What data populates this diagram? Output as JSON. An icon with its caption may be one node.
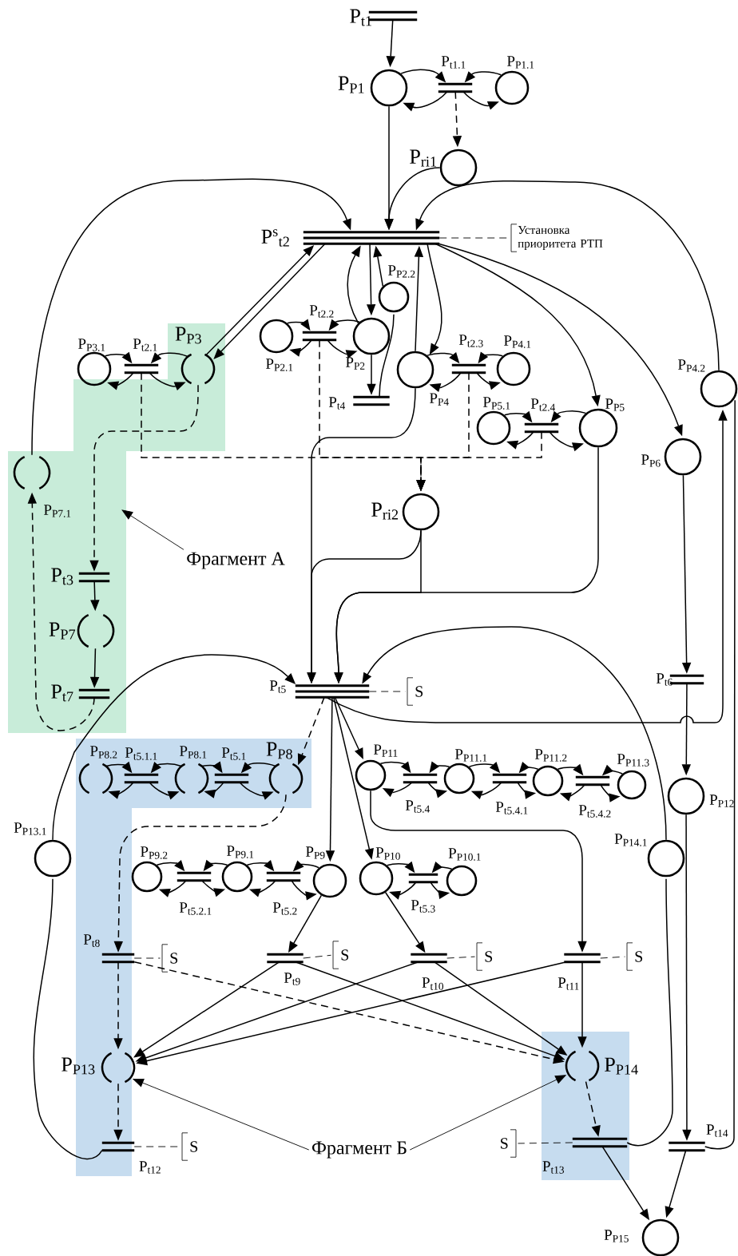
{
  "diagram": {
    "nodes": [
      {
        "text": [
          "P$_{t1}$"
        ]
      },
      {
        "text": [
          "P$_{P1}$"
        ]
      },
      {
        "text": [
          "P$_{t1.1}$"
        ]
      },
      {
        "text": [
          "P$_{P1.1}$"
        ]
      },
      {
        "text": [
          "P$_{ri1}$"
        ]
      },
      {
        "text": [
          "P$^{s}$$_{t2}$"
        ]
      },
      {
        "text": [
          "P$_{P2.2}$"
        ]
      },
      {
        "text": [
          "P$_{P3.1}$"
        ]
      },
      {
        "text": [
          "P$_{t2.1}$"
        ]
      },
      {
        "text": [
          "P$_{P3}$"
        ]
      },
      {
        "text": [
          "P$_{P2.1}$"
        ]
      },
      {
        "text": [
          "P$_{t2.2}$"
        ]
      },
      {
        "text": [
          "P$_{P2}$"
        ]
      },
      {
        "text": [
          "P$_{t4}$"
        ]
      },
      {
        "text": [
          "P$_{P4}$"
        ]
      },
      {
        "text": [
          "P$_{t2.3}$"
        ]
      },
      {
        "text": [
          "P$_{P4.1}$"
        ]
      },
      {
        "text": [
          "P$_{P5.1}$"
        ]
      },
      {
        "text": [
          "P$_{t2.4}$"
        ]
      },
      {
        "text": [
          "P$_{P5}$"
        ]
      },
      {
        "text": [
          "P$_{P4.2}$"
        ]
      },
      {
        "text": [
          "P$_{P6}$"
        ]
      },
      {
        "text": [
          "P$_{P7.1}$"
        ]
      },
      {
        "text": [
          "P$_{ri2}$"
        ]
      },
      {
        "text": [
          "P$_{t3}$"
        ]
      },
      {
        "text": [
          "P$_{P7}$"
        ]
      },
      {
        "text": [
          "P$_{t7}$"
        ]
      },
      {
        "text": [
          "P$_{t5}$"
        ]
      },
      {
        "text": [
          "P$_{t6}$"
        ]
      },
      {
        "text": [
          "P$_{P8.2}$"
        ]
      },
      {
        "text": [
          "P$_{t5.1.1}$"
        ]
      },
      {
        "text": [
          "P$_{P8.1}$"
        ]
      },
      {
        "text": [
          "P$_{t5.1}$"
        ]
      },
      {
        "text": [
          "P$_{P8}$"
        ]
      },
      {
        "text": [
          "P$_{P11}$"
        ]
      },
      {
        "text": [
          "P$_{t5.4}$"
        ]
      },
      {
        "text": [
          "P$_{P11.1}$"
        ]
      },
      {
        "text": [
          "P$_{t5.4.1}$"
        ]
      },
      {
        "text": [
          "P$_{P11.2}$"
        ]
      },
      {
        "text": [
          "P$_{t5.4.2}$"
        ]
      },
      {
        "text": [
          "P$_{P11.3}$"
        ]
      },
      {
        "text": [
          "P$_{P12}$"
        ]
      },
      {
        "text": [
          "P$_{P13.1}$"
        ]
      },
      {
        "text": [
          "P$_{P14.1}$"
        ]
      },
      {
        "text": [
          "P$_{P9.2}$"
        ]
      },
      {
        "text": [
          "P$_{t5.2.1}$"
        ]
      },
      {
        "text": [
          "P$_{P9.1}$"
        ]
      },
      {
        "text": [
          "P$_{t5.2}$"
        ]
      },
      {
        "text": [
          "P$_{P9}$"
        ]
      },
      {
        "text": [
          "P$_{P10}$"
        ]
      },
      {
        "text": [
          "P$_{t5.3}$"
        ]
      },
      {
        "text": [
          "P$_{P10.1}$"
        ]
      },
      {
        "text": [
          "P$_{t8}$"
        ]
      },
      {
        "text": [
          "P$_{t9}$"
        ]
      },
      {
        "text": [
          "P$_{t10}$"
        ]
      },
      {
        "text": [
          "P$_{t11}$"
        ]
      },
      {
        "text": [
          "P$_{P13}$"
        ]
      },
      {
        "text": [
          "P$_{P14}$"
        ]
      },
      {
        "text": [
          "P$_{t12}$"
        ]
      },
      {
        "text": [
          "P$_{t13}$"
        ]
      },
      {
        "text": [
          "P$_{t14}$"
        ]
      },
      {
        "text": [
          "P$_{P15}$"
        ]
      },
      {
        "text": [
          "Установка приоритета РТП"
        ]
      },
      {
        "text": [
          "Фрагмент А"
        ]
      },
      {
        "text": [
          "S"
        ]
      },
      {
        "text": [
          "S"
        ]
      },
      {
        "text": [
          "S"
        ]
      },
      {
        "text": [
          "S"
        ]
      },
      {
        "text": [
          "S"
        ]
      },
      {
        "text": [
          "S"
        ]
      },
      {
        "text": [
          "Фрагмент Б"
        ]
      },
      {
        "text": [
          "S"
        ]
      }
    ],
    "edges": [
      {
        "from": 0,
        "to": 1,
        "arrow": "to"
      },
      {
        "from": 1,
        "to": 2,
        "arrow": "to"
      },
      {
        "from": 2,
        "to": 1,
        "arrow": "to"
      },
      {
        "from": 3,
        "to": 2,
        "arrow": "to"
      },
      {
        "from": 2,
        "to": 3,
        "arrow": "to"
      },
      {
        "from": 2,
        "to": 4,
        "arrow": "to",
        "style": "dashed"
      },
      {
        "from": 1,
        "to": 5,
        "arrow": "to"
      },
      {
        "from": 4,
        "to": 5,
        "arrow": "to"
      },
      {
        "from": 22,
        "to": 5,
        "arrow": "to"
      },
      {
        "from": 20,
        "to": 5,
        "arrow": "to"
      },
      {
        "from": 9,
        "to": 5,
        "arrow": "to"
      },
      {
        "from": 5,
        "to": 9,
        "arrow": "to"
      },
      {
        "from": 12,
        "to": 5,
        "arrow": "to"
      },
      {
        "from": 5,
        "to": 12,
        "arrow": "to"
      },
      {
        "from": 6,
        "to": 5,
        "arrow": "to"
      },
      {
        "from": 13,
        "to": 6,
        "arrow": "none"
      },
      {
        "from": 12,
        "to": 13,
        "arrow": "to"
      },
      {
        "from": 14,
        "to": 5,
        "arrow": "to"
      },
      {
        "from": 5,
        "to": 14,
        "arrow": "to"
      },
      {
        "from": 5,
        "to": 19,
        "arrow": "to"
      },
      {
        "from": 5,
        "to": 21,
        "arrow": "to"
      },
      {
        "from": 5,
        "to": 62,
        "arrow": "none",
        "style": "dashed"
      },
      {
        "from": 7,
        "to": 8,
        "arrow": "to"
      },
      {
        "from": 8,
        "to": 7,
        "arrow": "to"
      },
      {
        "from": 9,
        "to": 8,
        "arrow": "to"
      },
      {
        "from": 8,
        "to": 9,
        "arrow": "to"
      },
      {
        "from": 10,
        "to": 11,
        "arrow": "to"
      },
      {
        "from": 11,
        "to": 10,
        "arrow": "to"
      },
      {
        "from": 12,
        "to": 11,
        "arrow": "to"
      },
      {
        "from": 11,
        "to": 12,
        "arrow": "to"
      },
      {
        "from": 14,
        "to": 15,
        "arrow": "to"
      },
      {
        "from": 15,
        "to": 14,
        "arrow": "to"
      },
      {
        "from": 16,
        "to": 15,
        "arrow": "to"
      },
      {
        "from": 15,
        "to": 16,
        "arrow": "to"
      },
      {
        "from": 17,
        "to": 18,
        "arrow": "to"
      },
      {
        "from": 18,
        "to": 17,
        "arrow": "to"
      },
      {
        "from": 19,
        "to": 18,
        "arrow": "to"
      },
      {
        "from": 18,
        "to": 19,
        "arrow": "to"
      },
      {
        "from": 8,
        "to": 23,
        "arrow": "to",
        "style": "dashed"
      },
      {
        "from": 11,
        "to": 23,
        "arrow": "to",
        "style": "dashed"
      },
      {
        "from": 15,
        "to": 23,
        "arrow": "to",
        "style": "dashed"
      },
      {
        "from": 18,
        "to": 23,
        "arrow": "to",
        "style": "dashed"
      },
      {
        "from": 9,
        "to": 24,
        "arrow": "to",
        "style": "dashed"
      },
      {
        "from": 24,
        "to": 25,
        "arrow": "to"
      },
      {
        "from": 25,
        "to": 26,
        "arrow": "to"
      },
      {
        "from": 26,
        "to": 22,
        "arrow": "to",
        "style": "dashed"
      },
      {
        "from": 14,
        "to": 27,
        "arrow": "to"
      },
      {
        "from": 23,
        "to": 27,
        "arrow": "to"
      },
      {
        "from": 23,
        "to": 27,
        "arrow": "to"
      },
      {
        "from": 19,
        "to": 27,
        "arrow": "to"
      },
      {
        "from": 42,
        "to": 27,
        "arrow": "to"
      },
      {
        "from": 43,
        "to": 27,
        "arrow": "to"
      },
      {
        "from": 27,
        "to": 20,
        "arrow": "to"
      },
      {
        "from": 27,
        "to": 64,
        "arrow": "none",
        "style": "dashed"
      },
      {
        "from": 27,
        "to": 33,
        "arrow": "to",
        "style": "dashed"
      },
      {
        "from": 27,
        "to": 34,
        "arrow": "to"
      },
      {
        "from": 27,
        "to": 48,
        "arrow": "to"
      },
      {
        "from": 27,
        "to": 49,
        "arrow": "to"
      },
      {
        "from": 21,
        "to": 28,
        "arrow": "to"
      },
      {
        "from": 28,
        "to": 41,
        "arrow": "to"
      },
      {
        "from": 41,
        "to": 60,
        "arrow": "to"
      },
      {
        "from": 60,
        "to": 61,
        "arrow": "to"
      },
      {
        "from": 59,
        "to": 61,
        "arrow": "to"
      },
      {
        "from": 60,
        "to": 20,
        "arrow": "none"
      },
      {
        "from": 58,
        "to": 42,
        "arrow": "none"
      },
      {
        "from": 59,
        "to": 43,
        "arrow": "none"
      },
      {
        "from": 29,
        "to": 30,
        "arrow": "to"
      },
      {
        "from": 30,
        "to": 29,
        "arrow": "to"
      },
      {
        "from": 31,
        "to": 30,
        "arrow": "to"
      },
      {
        "from": 30,
        "to": 31,
        "arrow": "to"
      },
      {
        "from": 31,
        "to": 32,
        "arrow": "to"
      },
      {
        "from": 32,
        "to": 31,
        "arrow": "to"
      },
      {
        "from": 33,
        "to": 32,
        "arrow": "to"
      },
      {
        "from": 32,
        "to": 33,
        "arrow": "to"
      },
      {
        "from": 33,
        "to": 52,
        "arrow": "to",
        "style": "dashed"
      },
      {
        "from": 34,
        "to": 35,
        "arrow": "to"
      },
      {
        "from": 35,
        "to": 34,
        "arrow": "to"
      },
      {
        "from": 36,
        "to": 35,
        "arrow": "to"
      },
      {
        "from": 35,
        "to": 36,
        "arrow": "to"
      },
      {
        "from": 36,
        "to": 37,
        "arrow": "to"
      },
      {
        "from": 37,
        "to": 36,
        "arrow": "to"
      },
      {
        "from": 38,
        "to": 37,
        "arrow": "to"
      },
      {
        "from": 37,
        "to": 38,
        "arrow": "to"
      },
      {
        "from": 38,
        "to": 39,
        "arrow": "to"
      },
      {
        "from": 39,
        "to": 38,
        "arrow": "to"
      },
      {
        "from": 40,
        "to": 39,
        "arrow": "to"
      },
      {
        "from": 39,
        "to": 40,
        "arrow": "to"
      },
      {
        "from": 34,
        "to": 55,
        "arrow": "to"
      },
      {
        "from": 44,
        "to": 45,
        "arrow": "to"
      },
      {
        "from": 45,
        "to": 44,
        "arrow": "to"
      },
      {
        "from": 46,
        "to": 45,
        "arrow": "to"
      },
      {
        "from": 45,
        "to": 46,
        "arrow": "to"
      },
      {
        "from": 46,
        "to": 47,
        "arrow": "to"
      },
      {
        "from": 47,
        "to": 46,
        "arrow": "to"
      },
      {
        "from": 48,
        "to": 47,
        "arrow": "to"
      },
      {
        "from": 47,
        "to": 48,
        "arrow": "to"
      },
      {
        "from": 49,
        "to": 50,
        "arrow": "to"
      },
      {
        "from": 50,
        "to": 49,
        "arrow": "to"
      },
      {
        "from": 51,
        "to": 50,
        "arrow": "to"
      },
      {
        "from": 50,
        "to": 51,
        "arrow": "to"
      },
      {
        "from": 48,
        "to": 53,
        "arrow": "to"
      },
      {
        "from": 49,
        "to": 54,
        "arrow": "to"
      },
      {
        "from": 52,
        "to": 56,
        "arrow": "to",
        "style": "dashed"
      },
      {
        "from": 52,
        "to": 57,
        "arrow": "to",
        "style": "dashed"
      },
      {
        "from": 53,
        "to": 56,
        "arrow": "to"
      },
      {
        "from": 53,
        "to": 57,
        "arrow": "to"
      },
      {
        "from": 54,
        "to": 56,
        "arrow": "to"
      },
      {
        "from": 54,
        "to": 57,
        "arrow": "to"
      },
      {
        "from": 55,
        "to": 56,
        "arrow": "to"
      },
      {
        "from": 55,
        "to": 57,
        "arrow": "to"
      },
      {
        "from": 56,
        "to": 58,
        "arrow": "to",
        "style": "dashed"
      },
      {
        "from": 57,
        "to": 59,
        "arrow": "to",
        "style": "dashed"
      },
      {
        "from": 52,
        "to": 65,
        "arrow": "none",
        "style": "dashed"
      },
      {
        "from": 53,
        "to": 66,
        "arrow": "none",
        "style": "dashed"
      },
      {
        "from": 54,
        "to": 67,
        "arrow": "none",
        "style": "dashed"
      },
      {
        "from": 55,
        "to": 68,
        "arrow": "none",
        "style": "dashed"
      },
      {
        "from": 58,
        "to": 69,
        "arrow": "none",
        "style": "dashed"
      },
      {
        "from": 59,
        "to": 71,
        "arrow": "none",
        "style": "dashed"
      },
      {
        "from": 63,
        "to": null,
        "arrow": "to"
      },
      {
        "from": 70,
        "to": 56,
        "arrow": "to"
      },
      {
        "from": 70,
        "to": 57,
        "arrow": "to"
      }
    ]
  }
}
